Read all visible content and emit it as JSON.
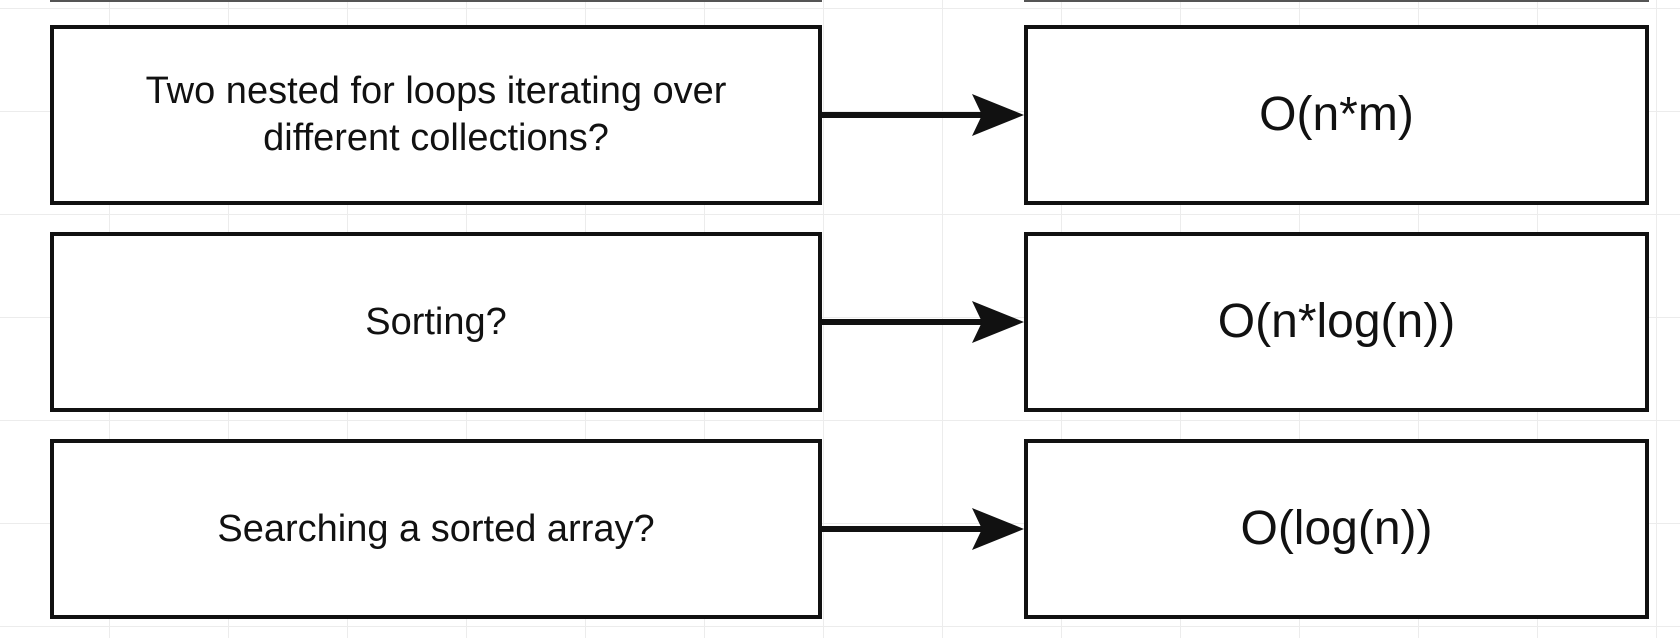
{
  "rows": [
    {
      "question": "Two nested for loops iterating over different collections?",
      "answer": "O(n*m)"
    },
    {
      "question": "Sorting?",
      "answer": "O(n*log(n))"
    },
    {
      "question": "Searching a sorted array?",
      "answer": "O(log(n))"
    }
  ],
  "colors": {
    "stroke": "#111111",
    "grid": "#ececec",
    "background": "#ffffff"
  },
  "icons": {
    "connector": "right-arrow-icon"
  }
}
